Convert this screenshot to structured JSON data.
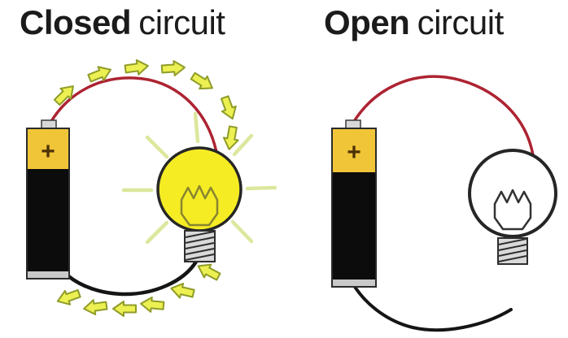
{
  "panels": [
    {
      "id": "closed",
      "title": {
        "bold": "Closed",
        "regular": "circuit"
      },
      "battery_label": "+",
      "bulb_state": "lit",
      "current_flow": "clockwise-arrows"
    },
    {
      "id": "open",
      "title": {
        "bold": "Open",
        "regular": "circuit"
      },
      "battery_label": "+",
      "bulb_state": "unlit",
      "current_flow": "none"
    }
  ],
  "colors": {
    "background": "#ffffff",
    "title_text": "#1b1b1b",
    "battery_top": "#f0c538",
    "battery_body": "#0c0c0c",
    "battery_terminal": "#d8d8d8",
    "battery_bottom_cap": "#c9c9c9",
    "battery_plus": "#4d3306",
    "wire_positive": "#ad2332",
    "wire_negative": "#151515",
    "bulb_lit_fill": "#f5ec24",
    "bulb_unlit_fill": "#ffffff",
    "bulb_outline": "#262626",
    "filament_lit_stroke": "#8a8530",
    "filament_unlit_stroke": "#333333",
    "screw_base_fill": "#d9d9d9",
    "screw_base_stroke": "#2e2e2e",
    "light_ray": "#dde79d",
    "arrow_fill": "#edf052",
    "arrow_stroke": "#8f9c28"
  }
}
